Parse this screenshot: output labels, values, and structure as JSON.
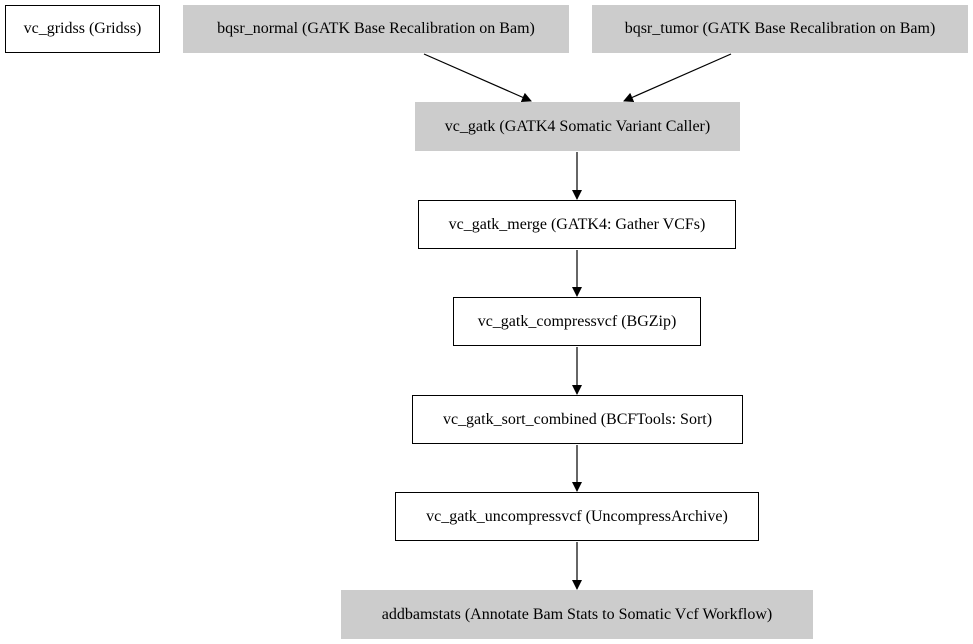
{
  "nodes": {
    "vc_gridss": "vc_gridss (Gridss)",
    "bqsr_normal": "bqsr_normal (GATK Base Recalibration on Bam)",
    "bqsr_tumor": "bqsr_tumor (GATK Base Recalibration on Bam)",
    "vc_gatk": "vc_gatk (GATK4 Somatic Variant Caller)",
    "vc_gatk_merge": "vc_gatk_merge (GATK4: Gather VCFs)",
    "vc_gatk_compressvcf": "vc_gatk_compressvcf (BGZip)",
    "vc_gatk_sort_combined": "vc_gatk_sort_combined (BCFTools: Sort)",
    "vc_gatk_uncompressvcf": "vc_gatk_uncompressvcf (UncompressArchive)",
    "addbamstats": "addbamstats (Annotate Bam Stats to Somatic Vcf Workflow)"
  },
  "edges": [
    {
      "from": "bqsr_normal",
      "to": "vc_gatk"
    },
    {
      "from": "bqsr_tumor",
      "to": "vc_gatk"
    },
    {
      "from": "vc_gatk",
      "to": "vc_gatk_merge"
    },
    {
      "from": "vc_gatk_merge",
      "to": "vc_gatk_compressvcf"
    },
    {
      "from": "vc_gatk_compressvcf",
      "to": "vc_gatk_sort_combined"
    },
    {
      "from": "vc_gatk_sort_combined",
      "to": "vc_gatk_uncompressvcf"
    },
    {
      "from": "vc_gatk_uncompressvcf",
      "to": "addbamstats"
    }
  ],
  "colors": {
    "filled_node": "#cccccc",
    "outlined_node_border": "#000000",
    "edge": "#000000"
  }
}
